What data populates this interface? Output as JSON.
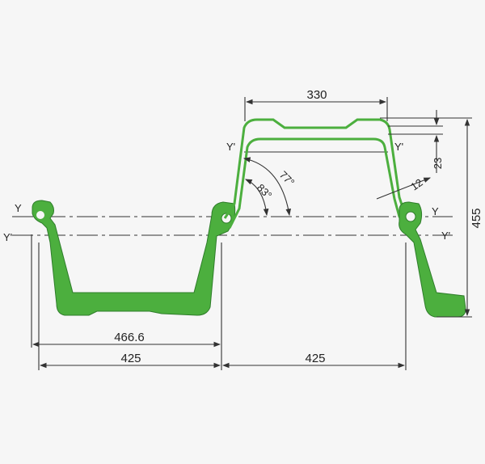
{
  "colors": {
    "profile": "#4caf3e",
    "lines": "#333333",
    "background": "#f6f6f6"
  },
  "dimensions": {
    "top_width": "330",
    "total_height": "455",
    "thickness_top": "23",
    "thickness_web": "12",
    "angle_outer": "77°",
    "angle_inner": "83°",
    "overall_width": "466.6",
    "pitch_left": "425",
    "pitch_right": "425"
  },
  "axes": {
    "y_left": "Y",
    "y_prime_left": "Y'",
    "y_prime_top_left": "Y'",
    "y_prime_top_right": "Y'",
    "y_right": "Y",
    "y_prime_right": "Y'"
  }
}
